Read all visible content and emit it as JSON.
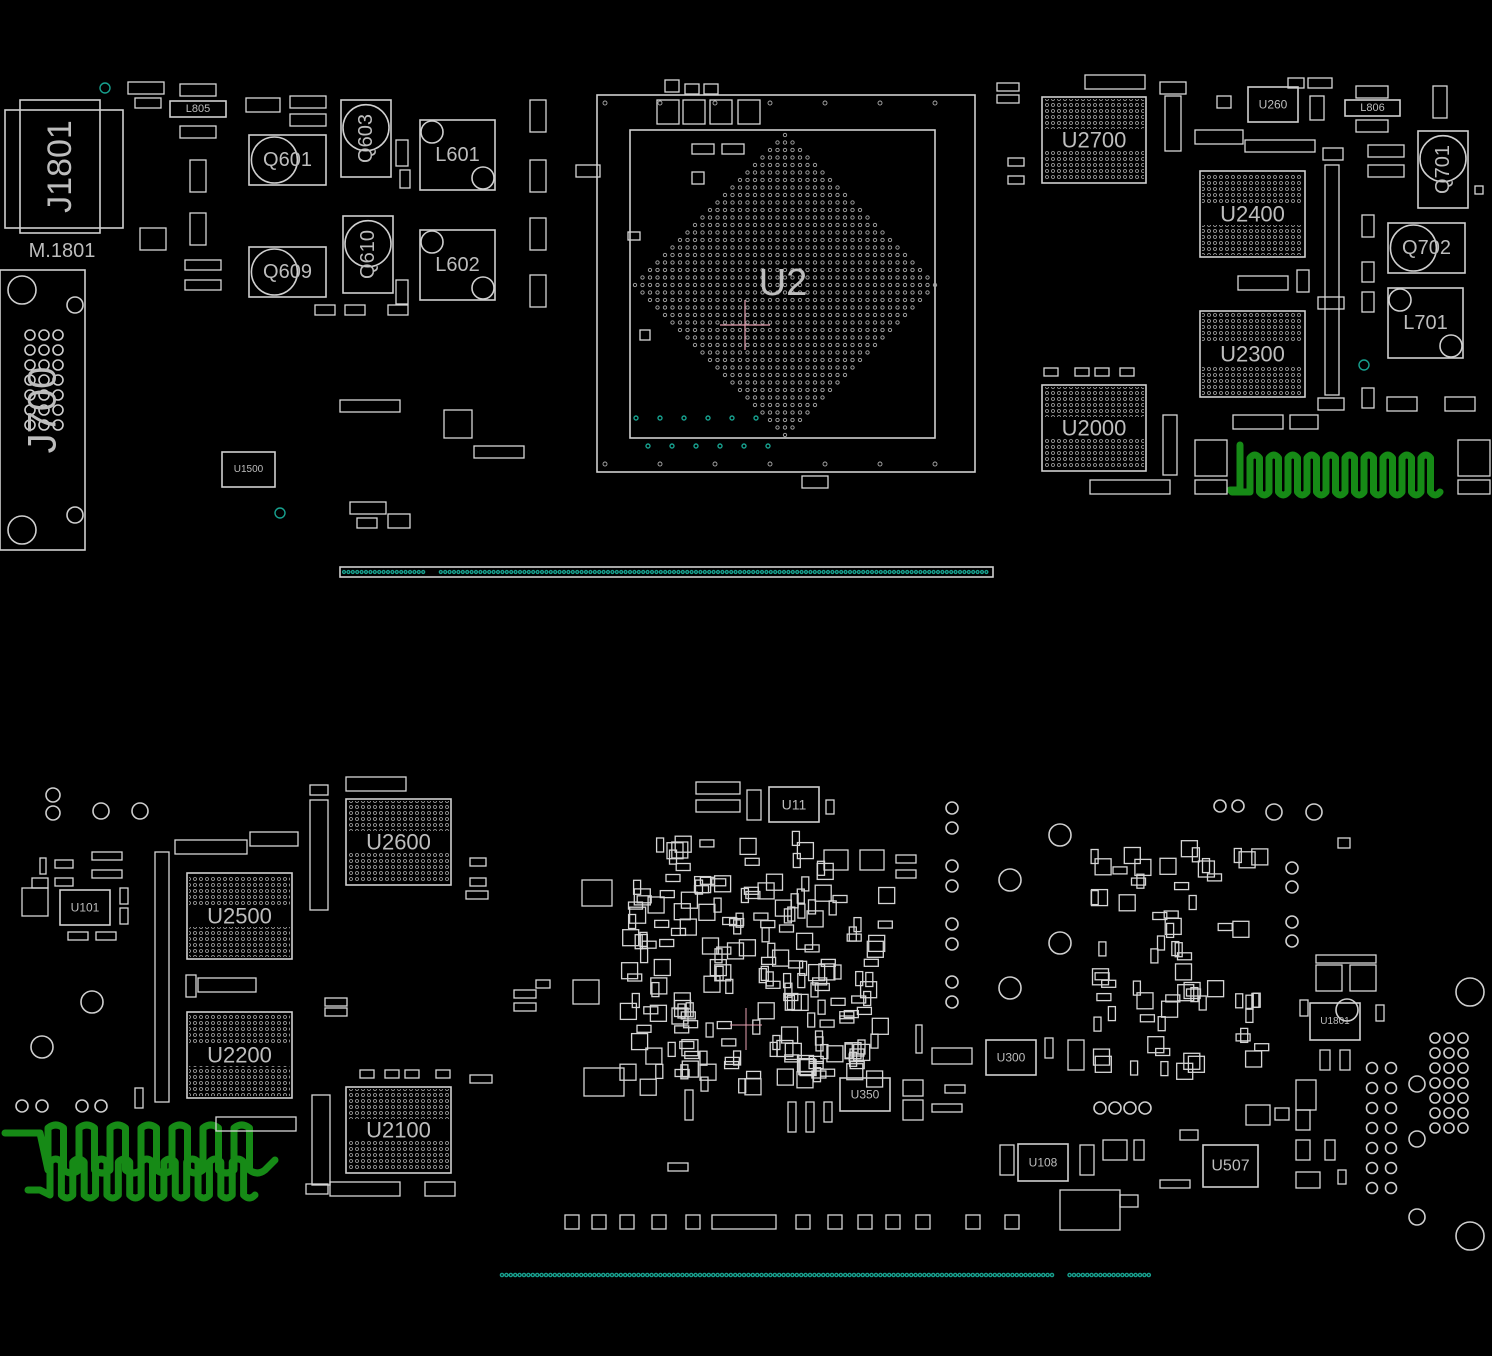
{
  "components": {
    "J1801": "J1801",
    "M1801": "M.1801",
    "J700": "J700",
    "Q601": "Q601",
    "Q603": "Q603",
    "L601": "L601",
    "Q609": "Q609",
    "Q610": "Q610",
    "L602": "L602",
    "L805": "L805",
    "U1500": "U1500",
    "U2": "U2",
    "U2700": "U2700",
    "U2400": "U2400",
    "U2300": "U2300",
    "U2000": "U2000",
    "U260": "U260",
    "L806": "L806",
    "Q701": "Q701",
    "Q702": "Q702",
    "L701": "L701",
    "U2600": "U2600",
    "U2500": "U2500",
    "U2200": "U2200",
    "U2100": "U2100",
    "U101": "U101",
    "U11": "U11",
    "U350": "U350",
    "U300": "U300",
    "U1801": "U1801",
    "U507": "U507",
    "U108": "U108"
  },
  "colors": {
    "background": "#000000",
    "outline": "#cfcfcf",
    "trace": "#168a16",
    "via": "#17a08e",
    "cursor": "#e6a0b0"
  }
}
